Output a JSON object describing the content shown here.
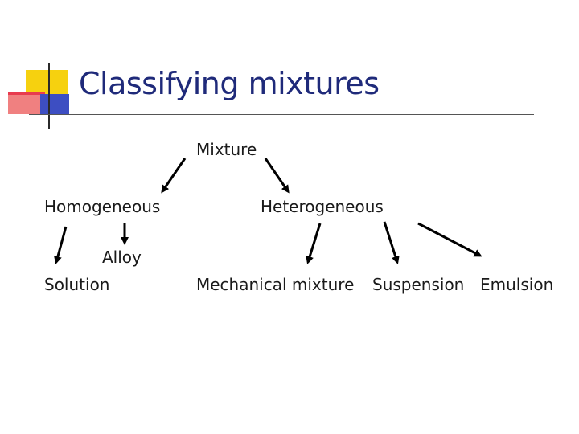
{
  "title": "Classifying mixtures",
  "nodes": {
    "mixture": "Mixture",
    "homogeneous": "Homogeneous",
    "heterogeneous": "Heterogeneous",
    "alloy": "Alloy",
    "solution": "Solution",
    "mechanical_mixture": "Mechanical mixture",
    "suspension": "Suspension",
    "emulsion": "Emulsion"
  },
  "edges": [
    {
      "from": "mixture",
      "to": "homogeneous"
    },
    {
      "from": "mixture",
      "to": "heterogeneous"
    },
    {
      "from": "homogeneous",
      "to": "solution"
    },
    {
      "from": "homogeneous",
      "to": "alloy"
    },
    {
      "from": "heterogeneous",
      "to": "mechanical_mixture"
    },
    {
      "from": "heterogeneous",
      "to": "suspension"
    },
    {
      "from": "heterogeneous",
      "to": "emulsion"
    }
  ],
  "colors": {
    "title": "#1f2a7a",
    "text": "#1a1a1a",
    "arrow": "#000000",
    "ornament_yellow": "#f6d10f",
    "ornament_red": "#f08080",
    "ornament_blue": "#3d4ec2"
  }
}
